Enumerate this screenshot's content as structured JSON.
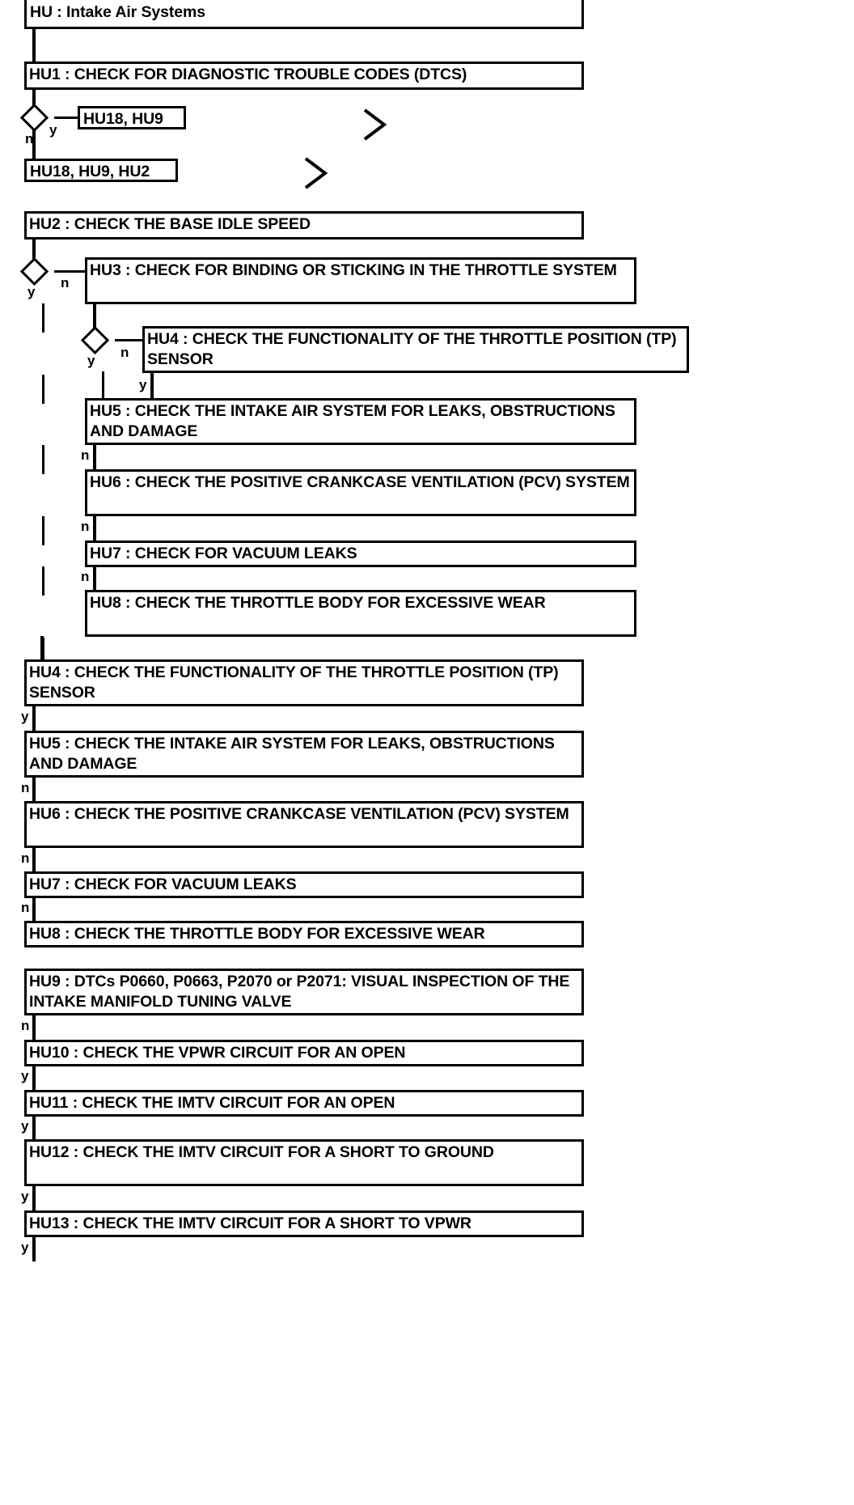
{
  "diagram": {
    "title": "HU : Intake Air Systems",
    "nodes": [
      {
        "id": "HU",
        "label": "HU : Intake Air Systems"
      },
      {
        "id": "HU1",
        "label": "HU1 : CHECK FOR DIAGNOSTIC TROUBLE CODES (DTCS)"
      },
      {
        "id": "REF1",
        "label": "HU18, HU9"
      },
      {
        "id": "REF2",
        "label": "HU18, HU9, HU2"
      },
      {
        "id": "HU2",
        "label": "HU2 : CHECK THE BASE IDLE SPEED"
      },
      {
        "id": "HU3",
        "label": "HU3 : CHECK FOR BINDING OR STICKING IN THE THROTTLE SYSTEM"
      },
      {
        "id": "HU4a",
        "label": "HU4 : CHECK THE FUNCTIONALITY OF THE THROTTLE POSITION (TP) SENSOR"
      },
      {
        "id": "HU5a",
        "label": "HU5 : CHECK THE INTAKE AIR SYSTEM FOR LEAKS, OBSTRUCTIONS AND DAMAGE"
      },
      {
        "id": "HU6a",
        "label": "HU6 : CHECK THE POSITIVE CRANKCASE VENTILATION (PCV) SYSTEM"
      },
      {
        "id": "HU7a",
        "label": "HU7 : CHECK FOR VACUUM LEAKS"
      },
      {
        "id": "HU8a",
        "label": "HU8 : CHECK THE THROTTLE BODY FOR EXCESSIVE WEAR"
      },
      {
        "id": "HU4b",
        "label": "HU4 : CHECK THE FUNCTIONALITY OF THE THROTTLE POSITION (TP) SENSOR"
      },
      {
        "id": "HU5b",
        "label": "HU5 : CHECK THE INTAKE AIR SYSTEM FOR LEAKS, OBSTRUCTIONS AND DAMAGE"
      },
      {
        "id": "HU6b",
        "label": "HU6 : CHECK THE POSITIVE CRANKCASE VENTILATION (PCV) SYSTEM"
      },
      {
        "id": "HU7b",
        "label": "HU7 : CHECK FOR VACUUM LEAKS"
      },
      {
        "id": "HU8b",
        "label": "HU8 : CHECK THE THROTTLE BODY FOR EXCESSIVE WEAR"
      },
      {
        "id": "HU9",
        "label": "HU9 : DTCs P0660, P0663, P2070 or P2071: VISUAL INSPECTION OF THE INTAKE MANIFOLD TUNING VALVE"
      },
      {
        "id": "HU10",
        "label": "HU10 : CHECK THE VPWR CIRCUIT FOR AN OPEN"
      },
      {
        "id": "HU11",
        "label": "HU11 : CHECK THE IMTV CIRCUIT FOR AN OPEN"
      },
      {
        "id": "HU12",
        "label": "HU12 : CHECK THE IMTV CIRCUIT FOR A SHORT TO GROUND"
      },
      {
        "id": "HU13",
        "label": "HU13 : CHECK THE IMTV CIRCUIT FOR A SHORT TO VPWR"
      }
    ],
    "edge_labels": {
      "hu1_yes": "y",
      "hu1_no": "n",
      "hu2_yes": "y",
      "hu2_no": "n",
      "hu3_yes": "y",
      "hu3_no": "n",
      "hu4a_yes": "y",
      "hu5a_no": "n",
      "hu6a_no": "n",
      "hu7a_no": "n",
      "hu4b_yes": "y",
      "hu5b_no": "n",
      "hu6b_no": "n",
      "hu7b_no": "n",
      "hu9_no": "n",
      "hu10_yes": "y",
      "hu11_yes": "y",
      "hu12_yes": "y",
      "hu13_yes": "y"
    },
    "colors": {
      "line": "#000000",
      "fill": "#ffffff",
      "text": "#000000"
    }
  }
}
